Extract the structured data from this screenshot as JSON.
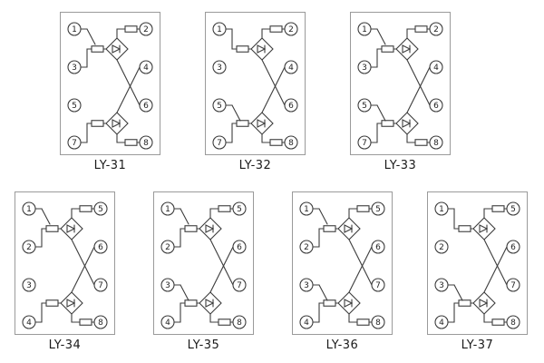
{
  "colors": {
    "background": "#ffffff",
    "line": "#3c3c3c",
    "panel_border": "#9a9a9a",
    "label_text": "#1a1a1a"
  },
  "panels": [
    {
      "label": "LY-31",
      "left_terminals": [
        "1",
        "3",
        "5",
        "7"
      ],
      "right_terminals": [
        "2",
        "4",
        "6",
        "8"
      ],
      "top_contact": true,
      "bottom_contact": false
    },
    {
      "label": "LY-32",
      "left_terminals": [
        "1",
        "3",
        "5",
        "7"
      ],
      "right_terminals": [
        "2",
        "4",
        "6",
        "8"
      ],
      "top_contact": false,
      "bottom_contact": true
    },
    {
      "label": "LY-33",
      "left_terminals": [
        "1",
        "3",
        "5",
        "7"
      ],
      "right_terminals": [
        "2",
        "4",
        "6",
        "8"
      ],
      "top_contact": true,
      "bottom_contact": true
    },
    {
      "label": "LY-34",
      "left_terminals": [
        "1",
        "2",
        "3",
        "4"
      ],
      "right_terminals": [
        "5",
        "6",
        "7",
        "8"
      ],
      "top_contact": true,
      "bottom_contact": false
    },
    {
      "label": "LY-35",
      "left_terminals": [
        "1",
        "2",
        "3",
        "4"
      ],
      "right_terminals": [
        "5",
        "6",
        "7",
        "8"
      ],
      "top_contact": true,
      "bottom_contact": true
    },
    {
      "label": "LY-36",
      "left_terminals": [
        "1",
        "2",
        "3",
        "4"
      ],
      "right_terminals": [
        "5",
        "6",
        "7",
        "8"
      ],
      "top_contact": true,
      "bottom_contact": true
    },
    {
      "label": "LY-37",
      "left_terminals": [
        "1",
        "2",
        "3",
        "4"
      ],
      "right_terminals": [
        "5",
        "6",
        "7",
        "8"
      ],
      "top_contact": false,
      "bottom_contact": true
    }
  ]
}
